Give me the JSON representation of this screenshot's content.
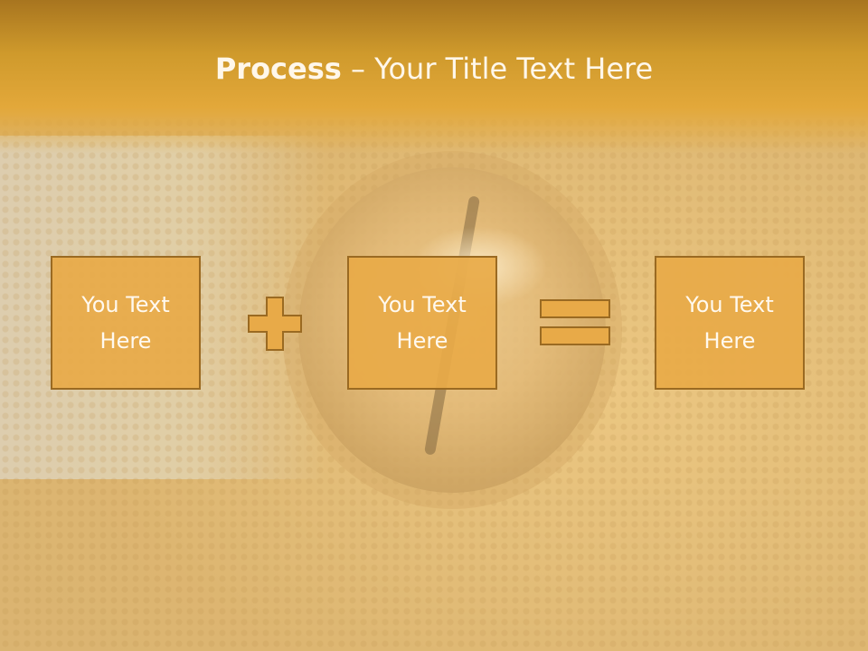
{
  "slide": {
    "title_bold": "Process",
    "title_separator": " – ",
    "title_rest": "Your Title Text Here",
    "boxes": [
      {
        "label": "You Text Here"
      },
      {
        "label": "You Text Here"
      },
      {
        "label": "You Text Here"
      }
    ],
    "operators": [
      "plus-icon",
      "equals-icon"
    ]
  },
  "colors": {
    "header": "#cf9a2c",
    "box_fill": "#e8aa48",
    "box_border": "#9a6a22",
    "text": "#fff9ef"
  }
}
